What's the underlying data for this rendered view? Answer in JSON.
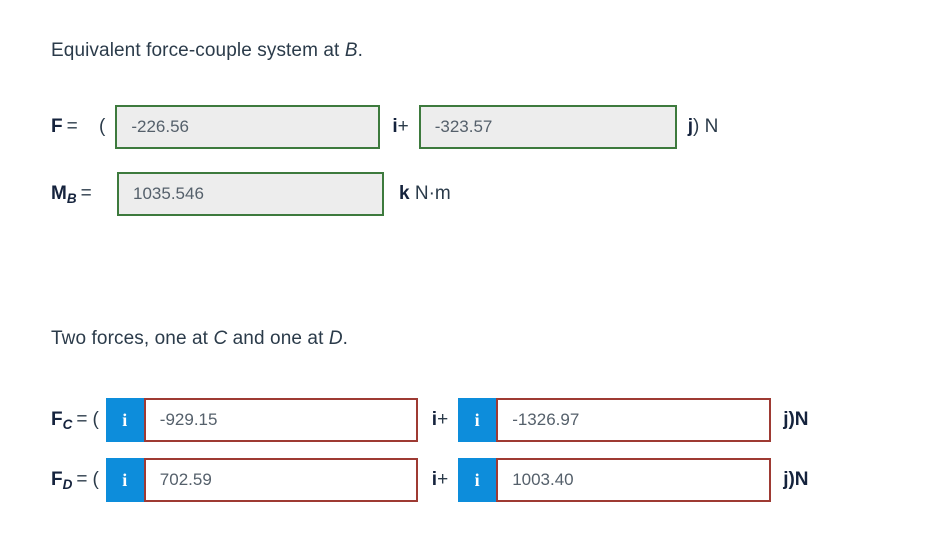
{
  "prompts": {
    "first": {
      "pre": "Equivalent force-couple system at ",
      "italic": "B",
      "post": "."
    },
    "second": {
      "pre": "Two forces, one at ",
      "italic_1": "C",
      "mid": " and one at ",
      "italic_2": "D",
      "post": "."
    }
  },
  "rows": {
    "force_f": {
      "label_vector": "F",
      "label_eq": "=",
      "open_paren": "(",
      "i_value": "-226.56",
      "i_operator_bold": "i",
      "i_operator_plus": "+",
      "j_value": "-323.57",
      "unit_bold": "j",
      "unit_rest": ") N",
      "status_color": "#3d7a3d",
      "field_fill": "#ededed"
    },
    "moment_mb": {
      "label_vector": "M",
      "label_sub": "B",
      "label_eq": "=",
      "value": "1035.546",
      "unit_bold": "k",
      "unit_rest": " N·m",
      "status_color": "#3d7a3d",
      "field_fill": "#ededed"
    },
    "force_fc": {
      "label_vector": "F",
      "label_sub": "C",
      "label_eq": "=",
      "open_paren": "(",
      "info_icon_label": "i",
      "i_value": "-929.15",
      "i_operator_bold": "i",
      "i_operator_plus": "+",
      "j_value": "-1326.97",
      "unit_bold": "j",
      "unit_rest": ")N",
      "status_color": "#9e3a33",
      "info_color": "#0d8ddb",
      "field_fill": "#ffffff"
    },
    "force_fd": {
      "label_vector": "F",
      "label_sub": "D",
      "label_eq": "=",
      "open_paren": "(",
      "info_icon_label": "i",
      "i_value": "702.59",
      "i_operator_bold": "i",
      "i_operator_plus": "+",
      "j_value": "1003.40",
      "unit_bold": "j",
      "unit_rest": ")N",
      "status_color": "#9e3a33",
      "info_color": "#0d8ddb",
      "field_fill": "#ffffff"
    }
  }
}
